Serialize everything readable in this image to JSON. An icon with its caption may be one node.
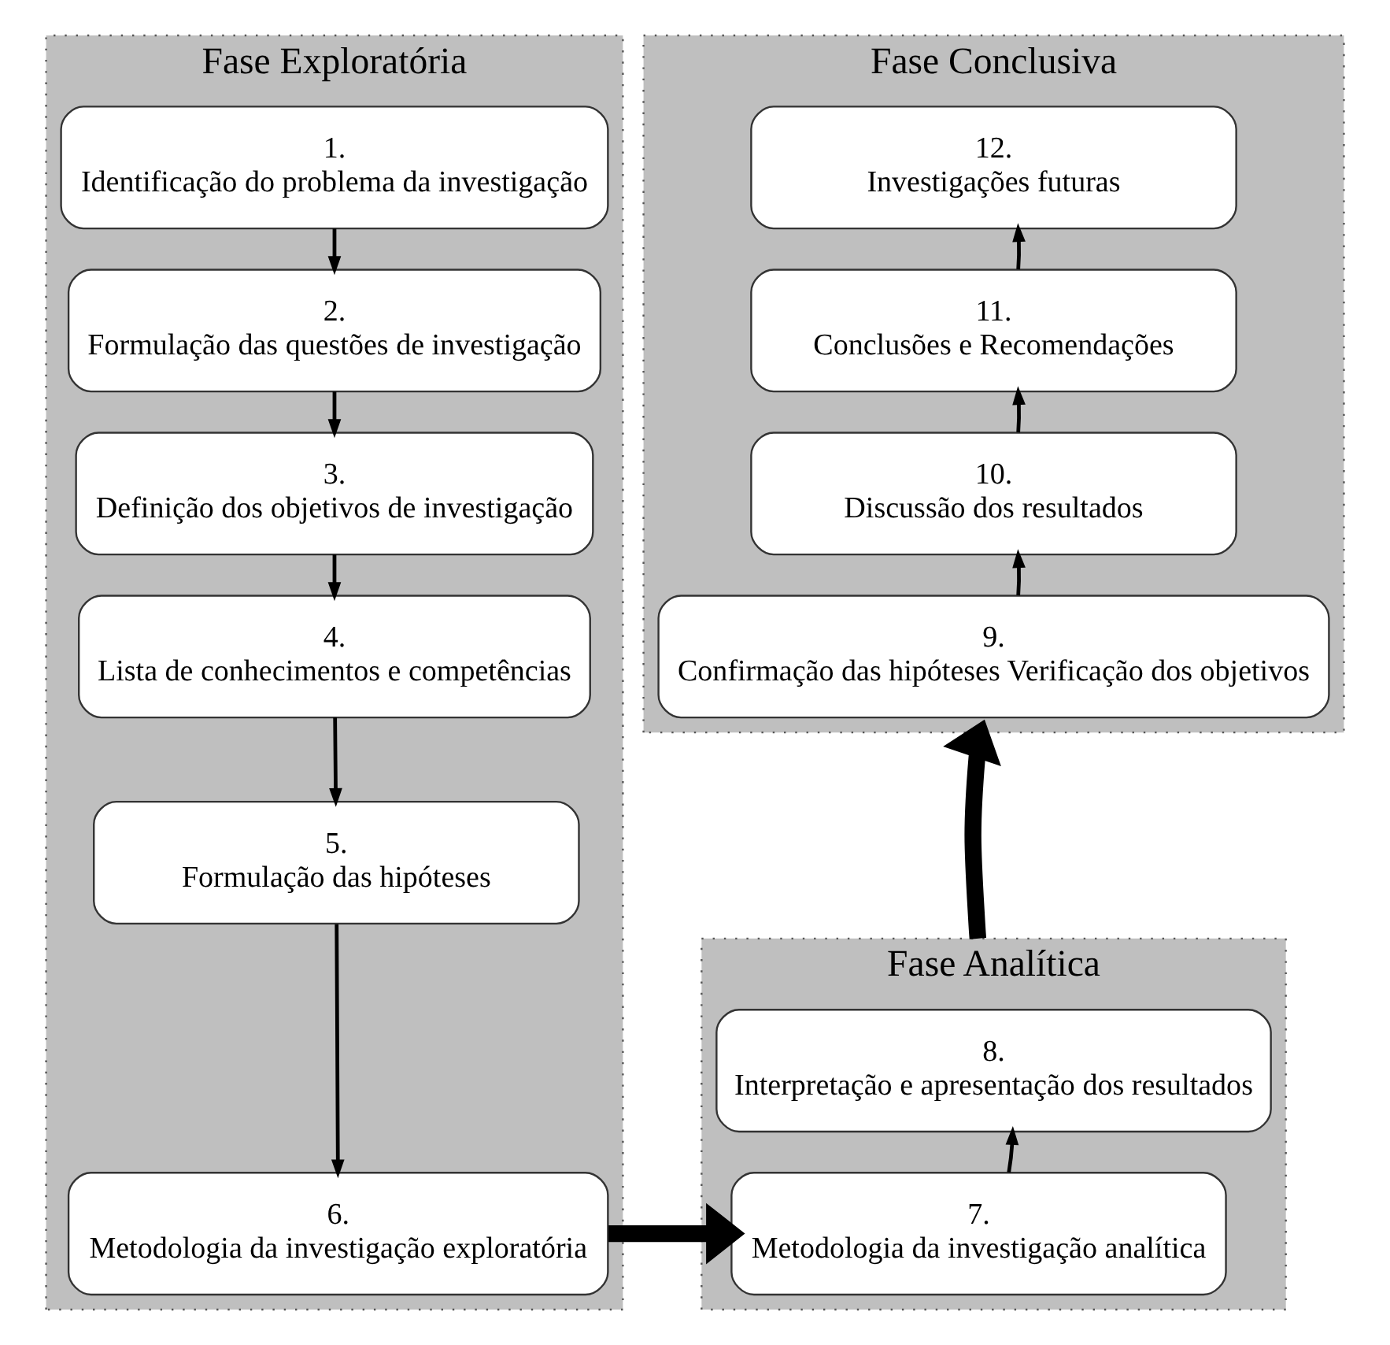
{
  "diagram": {
    "nodes": [
      {
        "text": [
          "Fase Exploratória"
        ]
      },
      {
        "text": [
          "1.",
          "Identificação do problema da investigação"
        ],
        "in": 0
      },
      {
        "text": [
          "2.",
          "Formulação das questões de investigação"
        ],
        "in": 0
      },
      {
        "text": [
          "3.",
          "Definição dos objetivos de investigação"
        ],
        "in": 0
      },
      {
        "text": [
          "4.",
          "Lista de conhecimentos e competências"
        ],
        "in": 0
      },
      {
        "text": [
          "5.",
          "Formulação das hipóteses"
        ],
        "in": 0
      },
      {
        "text": [
          "6.",
          "Metodologia da investigação exploratória"
        ],
        "in": 0
      },
      {
        "text": [
          "Fase Analítica"
        ]
      },
      {
        "text": [
          "7.",
          "Metodologia da investigação analítica"
        ],
        "in": 7
      },
      {
        "text": [
          "8.",
          "Interpretação e apresentação dos resultados"
        ],
        "in": 7
      },
      {
        "text": [
          "Fase Conclusiva"
        ]
      },
      {
        "text": [
          "9.",
          "Confirmação das hipóteses Verificação dos objetivos"
        ],
        "in": 10
      },
      {
        "text": [
          "10.",
          "Discussão dos resultados"
        ],
        "in": 10
      },
      {
        "text": [
          "11.",
          "Conclusões e Recomendações"
        ],
        "in": 10
      },
      {
        "text": [
          "12.",
          "Investigações futuras"
        ],
        "in": 10
      }
    ],
    "edges": [
      {
        "from": 1,
        "to": 2,
        "arrow": "to"
      },
      {
        "from": 2,
        "to": 3,
        "arrow": "to"
      },
      {
        "from": 3,
        "to": 4,
        "arrow": "to"
      },
      {
        "from": 4,
        "to": 5,
        "arrow": "to"
      },
      {
        "from": 5,
        "to": 6,
        "arrow": "to"
      },
      {
        "from": 6,
        "to": 8,
        "arrow": "to",
        "style": "thick"
      },
      {
        "from": 8,
        "to": 9,
        "arrow": "to"
      },
      {
        "from": 7,
        "to": 10,
        "arrow": "to",
        "style": "thick"
      },
      {
        "from": 11,
        "to": 12,
        "arrow": "to"
      },
      {
        "from": 12,
        "to": 13,
        "arrow": "to"
      },
      {
        "from": 13,
        "to": 14,
        "arrow": "to"
      }
    ]
  }
}
